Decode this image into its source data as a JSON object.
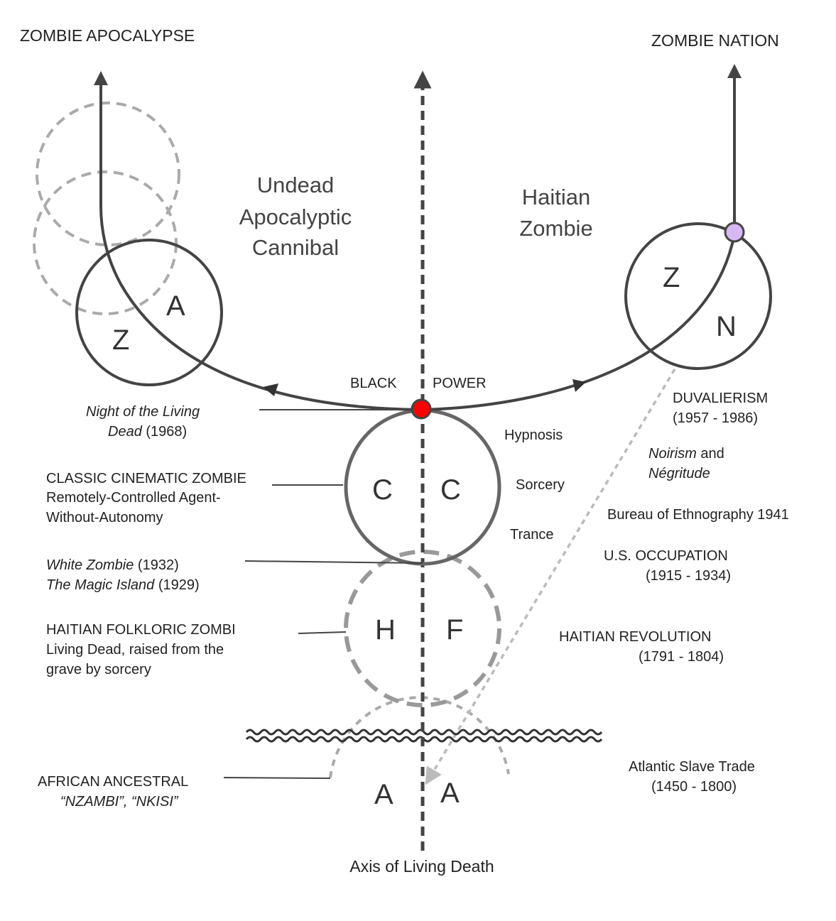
{
  "titles": {
    "left": "ZOMBIE APOCALYPSE",
    "right": "ZOMBIE NATION"
  },
  "headings": {
    "undead": [
      "Undead",
      "Apocalyptic",
      "Cannibal"
    ],
    "haitian": [
      "Haitian",
      "Zombie"
    ]
  },
  "circles": {
    "za": [
      "Z",
      "A"
    ],
    "zn": [
      "Z",
      "N"
    ],
    "cc": [
      "C",
      "C"
    ],
    "hf": [
      "H",
      "F"
    ],
    "aa": [
      "A",
      "A"
    ]
  },
  "black_power": {
    "left": "BLACK",
    "right": "POWER"
  },
  "left_labels": {
    "night": {
      "title": "Night of the Living",
      "title2": "Dead",
      "year": " (1968)"
    },
    "classic": [
      "CLASSIC CINEMATIC ZOMBIE",
      "Remotely-Controlled Agent-",
      "Without-Autonomy"
    ],
    "white_zombie": {
      "title": "White Zombie",
      "year": " (1932)"
    },
    "magic_island": {
      "title": "The Magic Island",
      "year": " (1929)"
    },
    "folkloric": [
      "HAITIAN FOLKLORIC ZOMBI",
      "Living Dead, raised from the",
      "grave by sorcery"
    ],
    "african": [
      "AFRICAN ANCESTRAL",
      "“NZAMBI”, “NKISI”"
    ]
  },
  "cc_labels": [
    "Hypnosis",
    "Sorcery",
    "Trance"
  ],
  "right_labels": {
    "duvalierism": [
      "DUVALIERISM",
      "(1957 - 1986)"
    ],
    "noirism": {
      "a": "Noirism",
      "b": " and",
      "c": "Négritude"
    },
    "bureau": "Bureau of Ethnography 1941",
    "occupation": [
      "U.S. OCCUPATION",
      "(1915 - 1934)"
    ],
    "revolution": [
      "HAITIAN REVOLUTION",
      "(1791 - 1804)"
    ],
    "slave_trade": [
      "Atlantic Slave Trade",
      "(1450 - 1800)"
    ]
  },
  "axis_label": "Axis of Living Death",
  "colors": {
    "dark": "#444444",
    "red_dot": "#ff0000",
    "purple_dot": "#d8b8f3",
    "gray": "#a0a0a0"
  }
}
